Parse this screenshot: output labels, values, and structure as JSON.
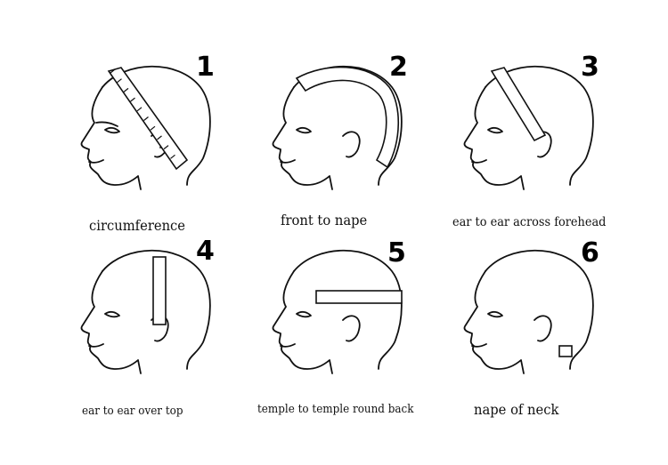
{
  "panels": [
    {
      "number": "1",
      "caption": "circumference"
    },
    {
      "number": "2",
      "caption": "front to nape"
    },
    {
      "number": "3",
      "caption": "ear to ear across forehead"
    },
    {
      "number": "4",
      "caption": "ear to ear over top"
    },
    {
      "number": "5",
      "caption": "temple to temple round back"
    },
    {
      "number": "6",
      "caption": "nape of neck"
    }
  ]
}
